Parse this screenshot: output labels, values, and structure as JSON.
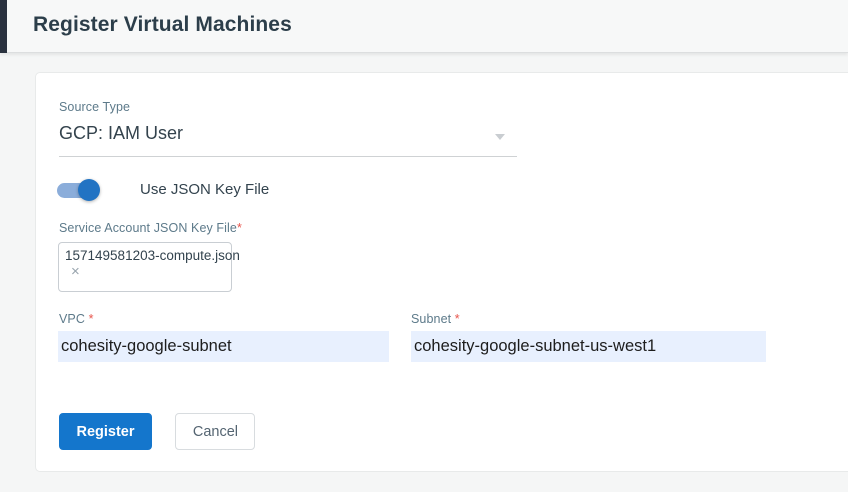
{
  "header": {
    "title": "Register Virtual Machines"
  },
  "form": {
    "source_type": {
      "label": "Source Type",
      "value": "GCP: IAM User"
    },
    "json_toggle": {
      "label": "Use JSON Key File",
      "state": "on"
    },
    "key_file": {
      "label": "Service Account JSON Key File",
      "required_mark": "*",
      "file_name": "157149581203-compute.json",
      "remove_glyph": "×"
    },
    "vpc": {
      "label": "VPC ",
      "required_mark": "*",
      "value": "cohesity-google-subnet"
    },
    "subnet": {
      "label": "Subnet ",
      "required_mark": "*",
      "value": "cohesity-google-subnet-us-west1"
    },
    "actions": {
      "register_label": "Register",
      "cancel_label": "Cancel"
    }
  },
  "colors": {
    "accent_blue": "#1476cc",
    "toggle_track": "#8badda",
    "toggle_knob": "#2273c3",
    "input_autofill_bg": "#e8f0fe",
    "required_red": "#e8554c",
    "header_bg": "#f7f8f8",
    "nav_strip": "#2a323f"
  }
}
